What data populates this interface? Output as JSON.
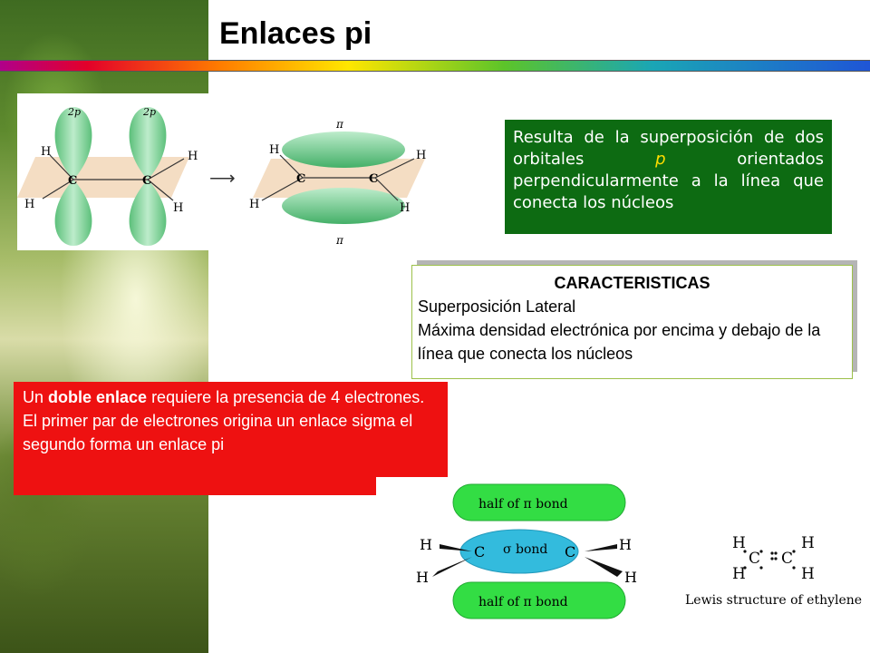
{
  "title": "Enlaces pi",
  "definition": {
    "before": "Resulta de la superposición de dos orbitales ",
    "p": "p",
    "after": " orientados perpendicularmente a la línea que conecta los núcleos"
  },
  "characteristics": {
    "heading": "CARACTERISTICAS",
    "line1": "Superposición Lateral",
    "line2": "Máxima densidad electrónica por encima y debajo de la línea que conecta los núcleos"
  },
  "double_bond": {
    "prefix": "Un ",
    "bold": "doble enlace",
    "rest": " requiere la presencia de 4 electrones. El primer par de electrones origina un enlace sigma el segundo forma un enlace pi"
  },
  "orbital_diagram": {
    "label_2p_left": "2p",
    "label_2p_right": "2p",
    "label_pi_top": "π",
    "label_pi_bottom": "π",
    "atom_h": "H",
    "atom_c": "C",
    "arrow": "⟶"
  },
  "bond_diagram": {
    "half_pi_top": "half of π bond",
    "sigma": "σ bond",
    "half_pi_bottom": "half of π bond",
    "atom_h": "H",
    "atom_c": "C"
  },
  "lewis": {
    "caption": "Lewis structure of ethylene",
    "atom_h": "H",
    "atom_c": "C"
  },
  "colors": {
    "green_box": "#0d6b12",
    "red_box": "#ee1111",
    "orbital_green": "#7fd39a",
    "pi_green": "#33dd44",
    "sigma_blue": "#33bbdd"
  }
}
